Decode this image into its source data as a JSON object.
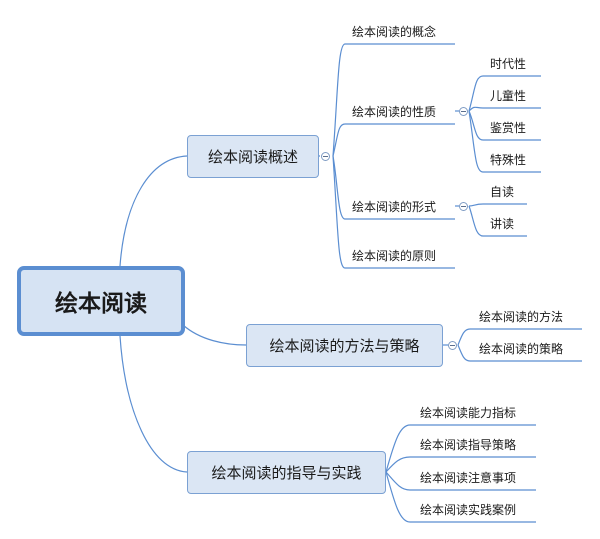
{
  "root": {
    "label": "绘本阅读"
  },
  "branches": [
    {
      "label": "绘本阅读概述",
      "children": [
        {
          "label": "绘本阅读的概念"
        },
        {
          "label": "绘本阅读的性质",
          "children": [
            "时代性",
            "儿童性",
            "鉴赏性",
            "特殊性"
          ]
        },
        {
          "label": "绘本阅读的形式",
          "children": [
            "自读",
            "讲读"
          ]
        },
        {
          "label": "绘本阅读的原则"
        }
      ]
    },
    {
      "label": "绘本阅读的方法与策略",
      "children": [
        {
          "label": "绘本阅读的方法"
        },
        {
          "label": "绘本阅读的策略"
        }
      ]
    },
    {
      "label": "绘本阅读的指导与实践",
      "children": [
        {
          "label": "绘本阅读能力指标"
        },
        {
          "label": "绘本阅读指导策略"
        },
        {
          "label": "绘本阅读注意事项"
        },
        {
          "label": "绘本阅读实践案例"
        }
      ]
    }
  ],
  "colors": {
    "line": "#5b8ed1",
    "root_fill": "#d6e3f3",
    "node_fill": "#dbe6f4",
    "node_border": "#7ba1d3"
  }
}
